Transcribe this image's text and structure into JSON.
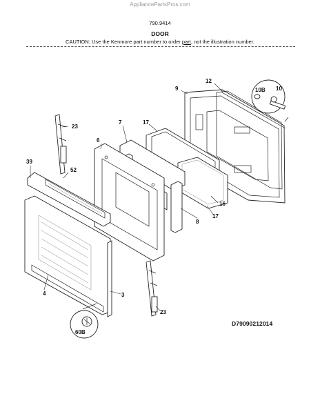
{
  "watermark": "AppliancePartsPros.com",
  "model": "790.9414",
  "title": "DOOR",
  "caution": {
    "prefix": "CAUTION: Use the Kenmore part number to order ",
    "link": "part",
    "suffix": ", not the illustration number."
  },
  "diagram_code": "D79090212014",
  "callouts": {
    "c12": "12",
    "c9": "9",
    "c10b": "10B",
    "c10": "10",
    "c23a": "23",
    "c7": "7",
    "c17a": "17",
    "c6": "6",
    "c39": "39",
    "c52": "52",
    "c16": "16",
    "c8": "8",
    "c17b": "17",
    "c4": "4",
    "c3": "3",
    "c23b": "23",
    "c60b": "60B"
  }
}
